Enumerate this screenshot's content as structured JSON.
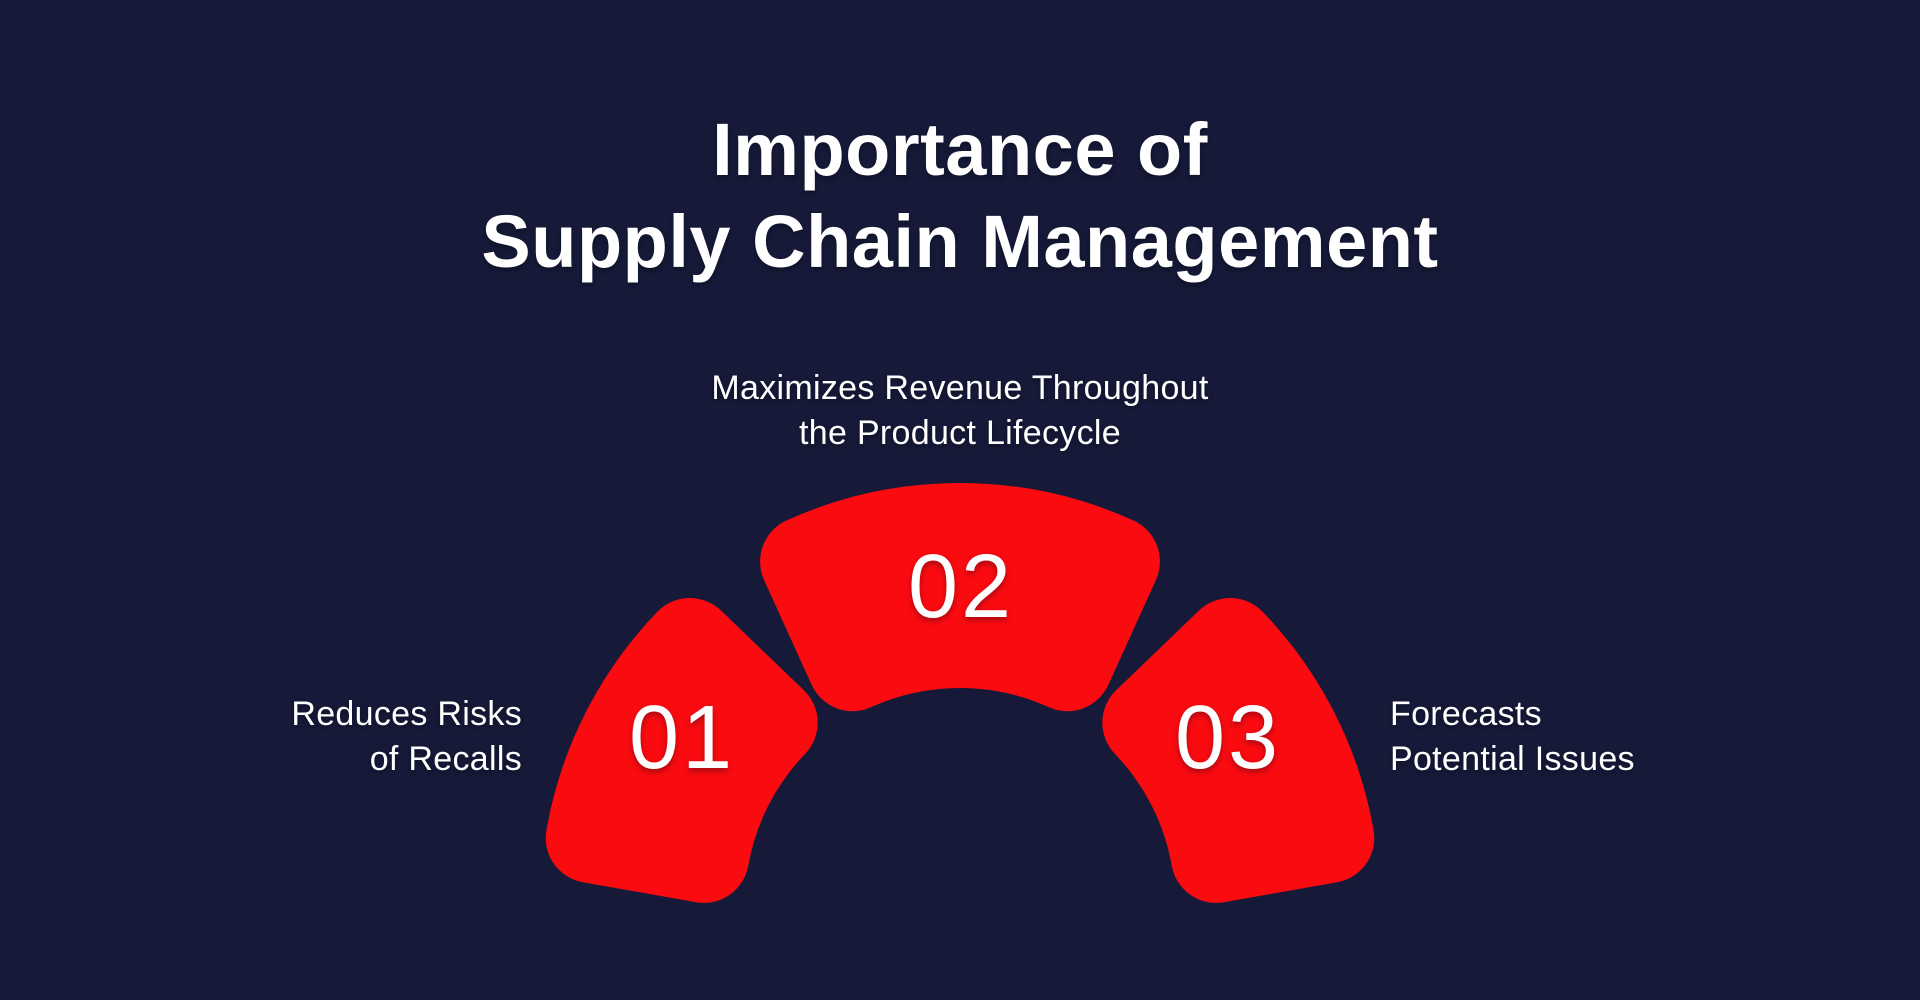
{
  "title": {
    "line1": "Importance of",
    "line2": "Supply Chain Management"
  },
  "colors": {
    "background": "#161A38",
    "segment": "#FA0B10",
    "text": "#FFFFFF"
  },
  "segments": [
    {
      "number": "01",
      "label": "Reduces Risks\nof Recalls",
      "label_position": "left"
    },
    {
      "number": "02",
      "label": "Maximizes Revenue Throughout\nthe Product Lifecycle",
      "label_position": "top-center"
    },
    {
      "number": "03",
      "label": "Forecasts\nPotential Issues",
      "label_position": "right"
    }
  ]
}
